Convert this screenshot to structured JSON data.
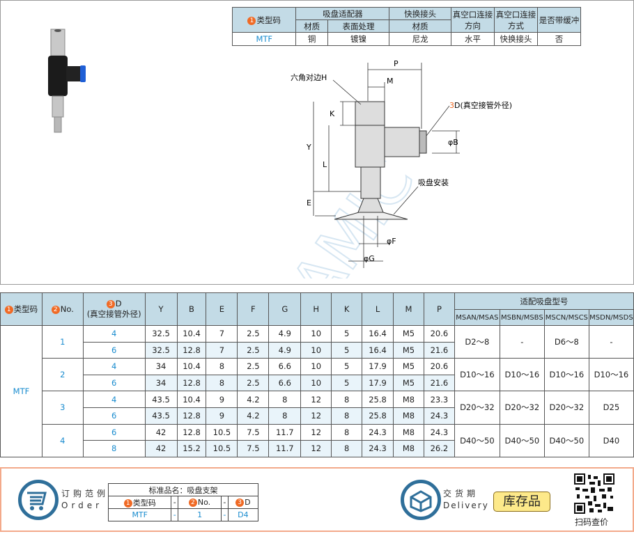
{
  "spec_table": {
    "headers_top": [
      "类型码",
      "吸盘适配器",
      "快换接头",
      "真空口连接方向",
      "真空口连接方式",
      "是否带缓冲"
    ],
    "headers_sub": [
      "材质",
      "表面处理",
      "材质"
    ],
    "row": [
      "MTF",
      "铜",
      "镀镍",
      "尼龙",
      "水平",
      "快换接头",
      "否"
    ]
  },
  "drawing": {
    "labels": {
      "hex": "六角对边H",
      "p": "P",
      "m": "M",
      "k": "K",
      "y": "Y",
      "l": "L",
      "e": "E",
      "d": "D(真空接管外径)",
      "b": "φB",
      "pad": "吸盘安装",
      "f": "φF",
      "g": "φG"
    },
    "watermark": "SAMIC"
  },
  "main_table": {
    "headers": [
      "类型码",
      "No.",
      "D",
      "(真空接管外径)",
      "Y",
      "B",
      "E",
      "F",
      "G",
      "H",
      "K",
      "L",
      "M",
      "P"
    ],
    "fit_header": "适配吸盘型号",
    "fit_cols": [
      "MSAN/MSAS",
      "MSBN/MSBS",
      "MSCN/MSCS",
      "MSDN/MSDS"
    ],
    "type": "MTF",
    "groups": [
      {
        "no": "1",
        "rows": [
          [
            "4",
            "32.5",
            "10.4",
            "7",
            "2.5",
            "4.9",
            "10",
            "5",
            "16.4",
            "M5",
            "20.6"
          ],
          [
            "6",
            "32.5",
            "12.8",
            "7",
            "2.5",
            "4.9",
            "10",
            "5",
            "16.4",
            "M5",
            "21.6"
          ]
        ],
        "fit": [
          "D2～8",
          "-",
          "D6～8",
          "-"
        ]
      },
      {
        "no": "2",
        "rows": [
          [
            "4",
            "34",
            "10.4",
            "8",
            "2.5",
            "6.6",
            "10",
            "5",
            "17.9",
            "M5",
            "20.6"
          ],
          [
            "6",
            "34",
            "12.8",
            "8",
            "2.5",
            "6.6",
            "10",
            "5",
            "17.9",
            "M5",
            "21.6"
          ]
        ],
        "fit": [
          "D10～16",
          "D10～16",
          "D10～16",
          "D10～16"
        ]
      },
      {
        "no": "3",
        "rows": [
          [
            "4",
            "43.5",
            "10.4",
            "9",
            "4.2",
            "8",
            "12",
            "8",
            "25.8",
            "M8",
            "23.3"
          ],
          [
            "6",
            "43.5",
            "12.8",
            "9",
            "4.2",
            "8",
            "12",
            "8",
            "25.8",
            "M8",
            "24.3"
          ]
        ],
        "fit": [
          "D20～32",
          "D20～32",
          "D20～32",
          "D25"
        ]
      },
      {
        "no": "4",
        "rows": [
          [
            "6",
            "42",
            "12.8",
            "10.5",
            "7.5",
            "11.7",
            "12",
            "8",
            "24.3",
            "M8",
            "24.3"
          ],
          [
            "8",
            "42",
            "15.2",
            "10.5",
            "7.5",
            "11.7",
            "12",
            "8",
            "24.3",
            "M8",
            "26.2"
          ]
        ],
        "fit": [
          "D40～50",
          "D40～50",
          "D40～50",
          "D40"
        ]
      }
    ]
  },
  "order": {
    "title": "订购范例",
    "title_en": "Order",
    "std_name": "标准品名：吸盘支架",
    "cols": [
      "类型码",
      "-",
      "No.",
      "-",
      "D"
    ],
    "vals": [
      "MTF",
      "-",
      "1",
      "-",
      "D4"
    ]
  },
  "delivery": {
    "title": "交货期",
    "title_en": "Delivery",
    "value": "库存品"
  },
  "qr": {
    "label": "扫码查价"
  },
  "colors": {
    "header_bg": "#c3dbe6",
    "accent_blue": "#1a8ccf",
    "badge_orange": "#f06a25",
    "stock_yellow": "#fde98a",
    "border_orange": "#f3a98a"
  }
}
